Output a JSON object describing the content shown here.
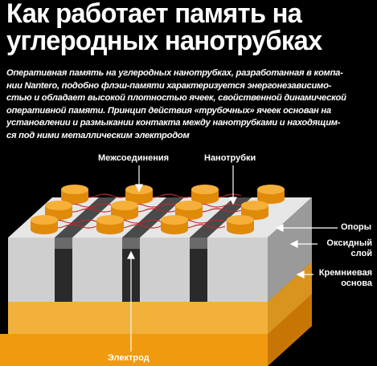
{
  "title": {
    "line1": "Как работает память на",
    "line2": "углеродных нанотрубках"
  },
  "description": {
    "line1": "Оперативная память на углеродных нанотрубках, разработанная в компа-",
    "line2": "нии Nantero, подобно флэш-памяти характеризуется энергонезависимо-",
    "line3": "стью и обладает высокой плотностью ячеек, свойственной динамической",
    "line4": "оперативной памяти. Принцип действия «трубочных» ячеек основан на",
    "line5": "установлении и размыкании контакта между нанотрубками и находящим-",
    "line6": "ся под ними металлическим электродом"
  },
  "labels": {
    "interconnects": "Межсоединения",
    "nanotubes": "Нанотрубки",
    "supports": "Опоры",
    "oxide_line1": "Оксидный",
    "oxide_line2": "слой",
    "silicon_line1": "Кремниевая",
    "silicon_line2": "основа",
    "electrode": "Электрод"
  },
  "colors": {
    "background": "#000000",
    "text": "#ffffff",
    "support_top": "#eeeeee",
    "support_front": "#c9c9c9",
    "support_side": "#8f8f8f",
    "electrode": "#2a2a2a",
    "oxide": "#f2b13a",
    "silicon": "#f09a10",
    "interconnect": "#f3a01c",
    "nanotube": "#c0282d"
  }
}
